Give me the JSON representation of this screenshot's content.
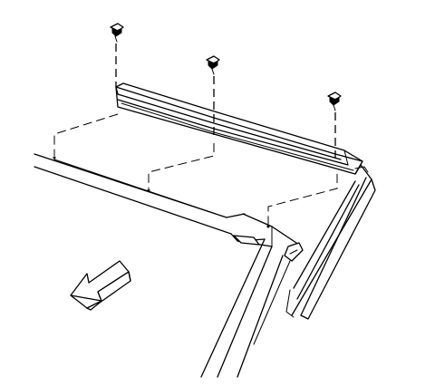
{
  "figure": {
    "screws": [
      {
        "id": "screw-left",
        "icon": "screw-icon"
      },
      {
        "id": "screw-middle",
        "icon": "screw-icon"
      },
      {
        "id": "screw-right",
        "icon": "screw-icon"
      }
    ],
    "parts": [
      "garnish-molding",
      "roof-panel",
      "windshield-pillar",
      "pinch-weld-flange"
    ],
    "direction_arrow_icon": "front-arrow-icon",
    "stroke_color": "#000000",
    "background_color": "#ffffff"
  }
}
